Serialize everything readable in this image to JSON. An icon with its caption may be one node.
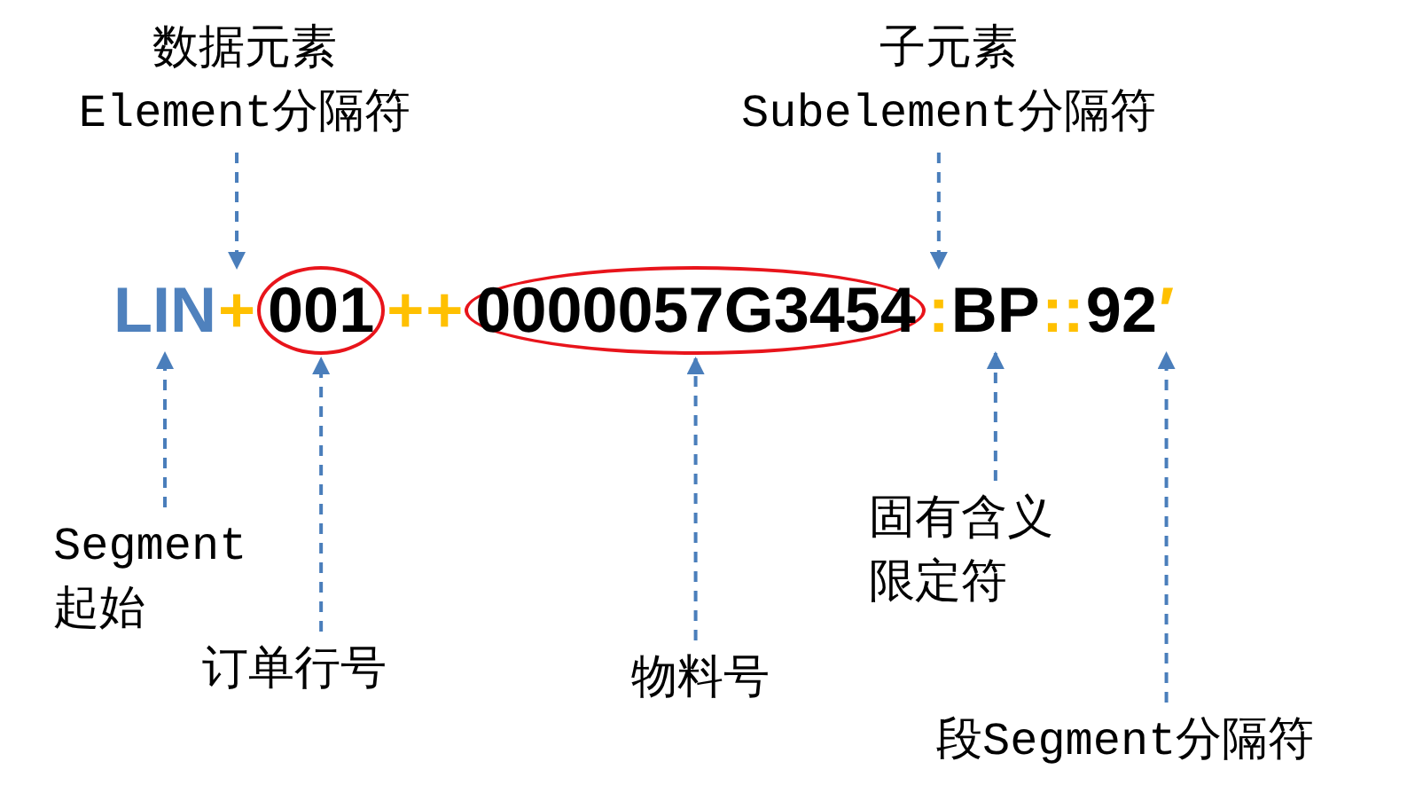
{
  "diagram": {
    "nodes": [
      {
        "text": [
          "数据元素",
          "Element分隔符"
        ]
      },
      {
        "text": [
          "子元素",
          "Subelement分隔符"
        ]
      },
      {
        "text": [
          "LIN"
        ]
      },
      {
        "text": [
          "+"
        ]
      },
      {
        "text": [],
        "shape": "ellipse"
      },
      {
        "text": [
          "001"
        ],
        "in": 4
      },
      {
        "text": [
          "+"
        ]
      },
      {
        "text": [
          "+"
        ]
      },
      {
        "text": [],
        "shape": "ellipse"
      },
      {
        "text": [
          "0000057G3454"
        ],
        "in": 8
      },
      {
        "text": [
          ":"
        ]
      },
      {
        "text": [
          "BP"
        ]
      },
      {
        "text": [
          "::"
        ]
      },
      {
        "text": [
          "92"
        ]
      },
      {
        "text": [
          "′"
        ]
      },
      {
        "text": [
          "Segment",
          "起始"
        ]
      },
      {
        "text": [
          "订单行号"
        ]
      },
      {
        "text": [
          "物料号"
        ]
      },
      {
        "text": [
          "固有含义限定符"
        ]
      },
      {
        "text": [
          "段Segment分隔符"
        ]
      }
    ],
    "edges": [
      {
        "from": 0,
        "to": 3,
        "arrow": "to"
      },
      {
        "from": 1,
        "to": 10,
        "arrow": "to"
      },
      {
        "from": 15,
        "to": 2,
        "arrow": "to"
      },
      {
        "from": 16,
        "to": 4,
        "arrow": "to"
      },
      {
        "from": 17,
        "to": 8,
        "arrow": "to"
      },
      {
        "from": 18,
        "to": 11,
        "arrow": "to"
      },
      {
        "from": 19,
        "to": 14,
        "arrow": "to"
      }
    ]
  }
}
